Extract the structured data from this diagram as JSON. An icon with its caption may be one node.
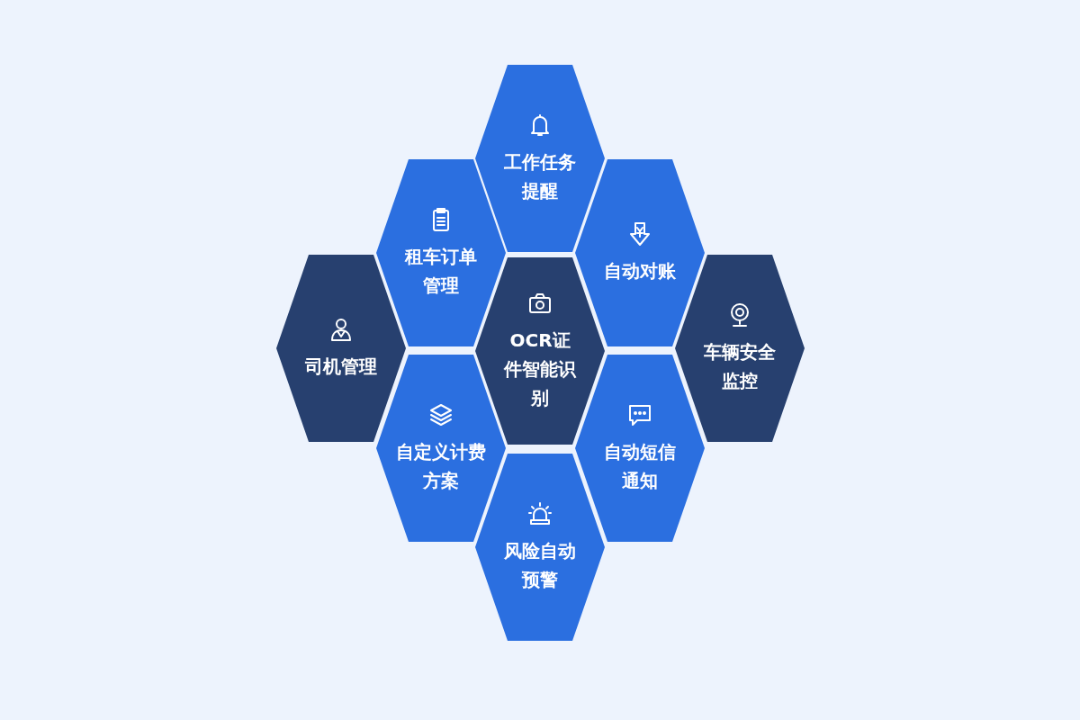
{
  "diagram": {
    "nodes": [
      {
        "text": [
          "工作任务提醒"
        ]
      },
      {
        "text": [
          "租车订单管理"
        ]
      },
      {
        "text": [
          "自动对账"
        ]
      },
      {
        "text": [
          "司机管理"
        ]
      },
      {
        "text": [
          "OCR证件智能识别"
        ]
      },
      {
        "text": [
          "车辆安全监控"
        ]
      },
      {
        "text": [
          "自定义计费方案"
        ]
      },
      {
        "text": [
          "自动短信通知"
        ]
      },
      {
        "text": [
          "风险自动预警"
        ]
      }
    ]
  }
}
